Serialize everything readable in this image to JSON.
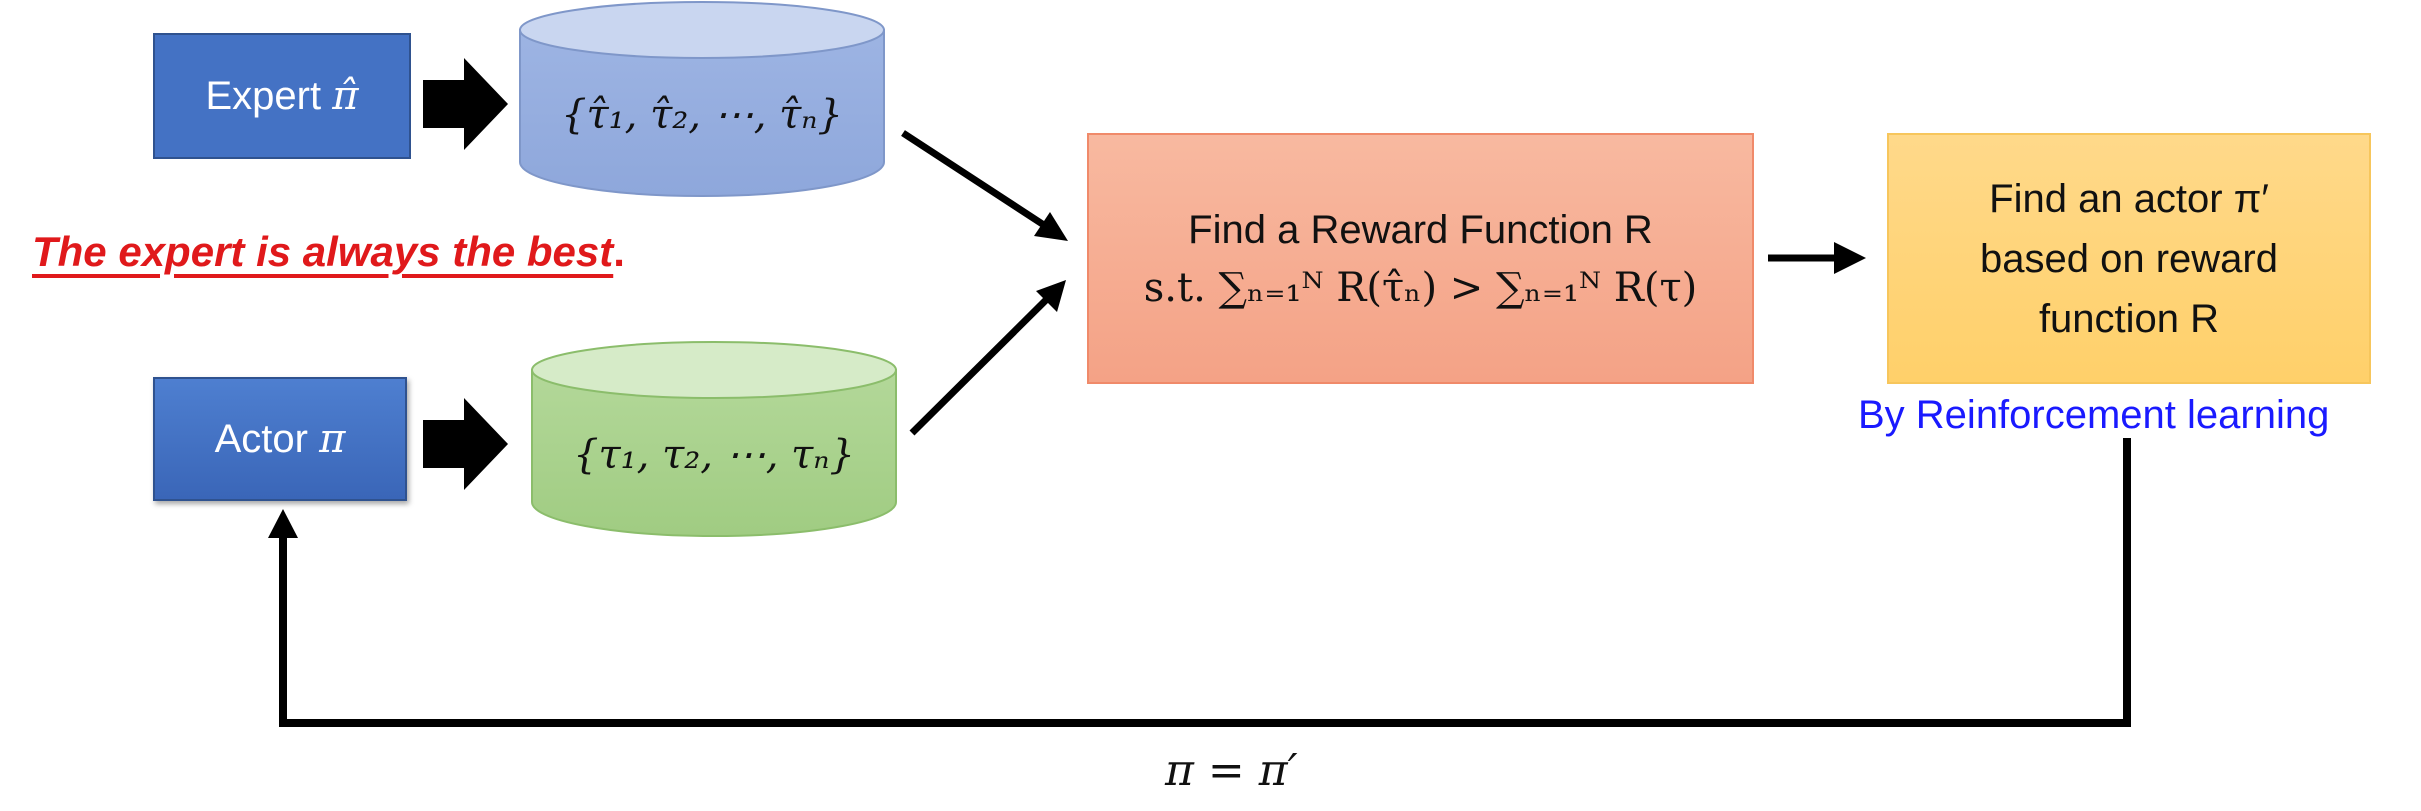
{
  "nodes": {
    "expert": {
      "label": "Expert",
      "symbol": "π̂"
    },
    "actor": {
      "label": "Actor",
      "symbol": "π"
    },
    "expert_trajectories": "{τ̂₁, τ̂₂, ⋯, τ̂ₙ}",
    "actor_trajectories": "{τ₁, τ₂, ⋯, τₙ}",
    "reward": {
      "line1": "Find a Reward Function R",
      "line2": "s.t. ∑ₙ₌₁ᴺ R(τ̂ₙ) > ∑ₙ₌₁ᴺ R(τ)"
    },
    "new_actor": {
      "line1": "Find an actor π′",
      "line2": "based on reward",
      "line3": "function R"
    }
  },
  "annotations": {
    "expert_best": "The expert is always the best",
    "expert_best_period": ".",
    "by_rl": "By Reinforcement learning",
    "update": "π = π′"
  },
  "colors": {
    "expert_box": "#4472c4",
    "expert_cylinder": "#8faadc",
    "actor_cylinder": "#a9d18e",
    "reward_box": "#f4b183",
    "actor2_box": "#ffd966",
    "highlight_text": "#e0191b",
    "rl_text": "#1a1aff"
  }
}
